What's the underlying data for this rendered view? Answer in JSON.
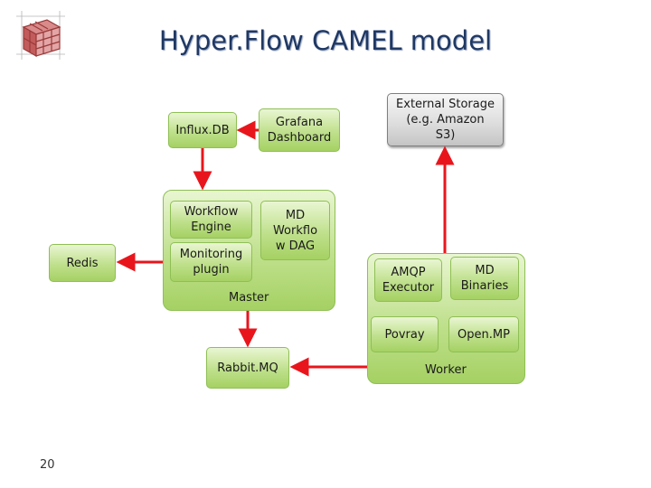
{
  "title": "Hyper.Flow CAMEL model",
  "page_number": "20",
  "nodes": {
    "influxdb": "Influx.DB",
    "grafana": "Grafana\nDashboard",
    "external_storage": "External Storage\n(e.g. Amazon\nS3)",
    "workflow_engine": "Workflow\nEngine",
    "monitoring_plugin": "Monitoring\nplugin",
    "md_workflow": "MD\nWorkflo\nw DAG",
    "master": "Master",
    "redis": "Redis",
    "amqp_executor": "AMQP\nExecutor",
    "md_binaries": "MD\nBinaries",
    "povray": "Povray",
    "openmp": "Open.MP",
    "worker": "Worker",
    "rabbitmq": "Rabbit.MQ"
  },
  "colors": {
    "arrow": "#e8161c",
    "title": "#1f3864",
    "box_green": "#b5db7c",
    "box_grey": "#d9d9d9"
  }
}
